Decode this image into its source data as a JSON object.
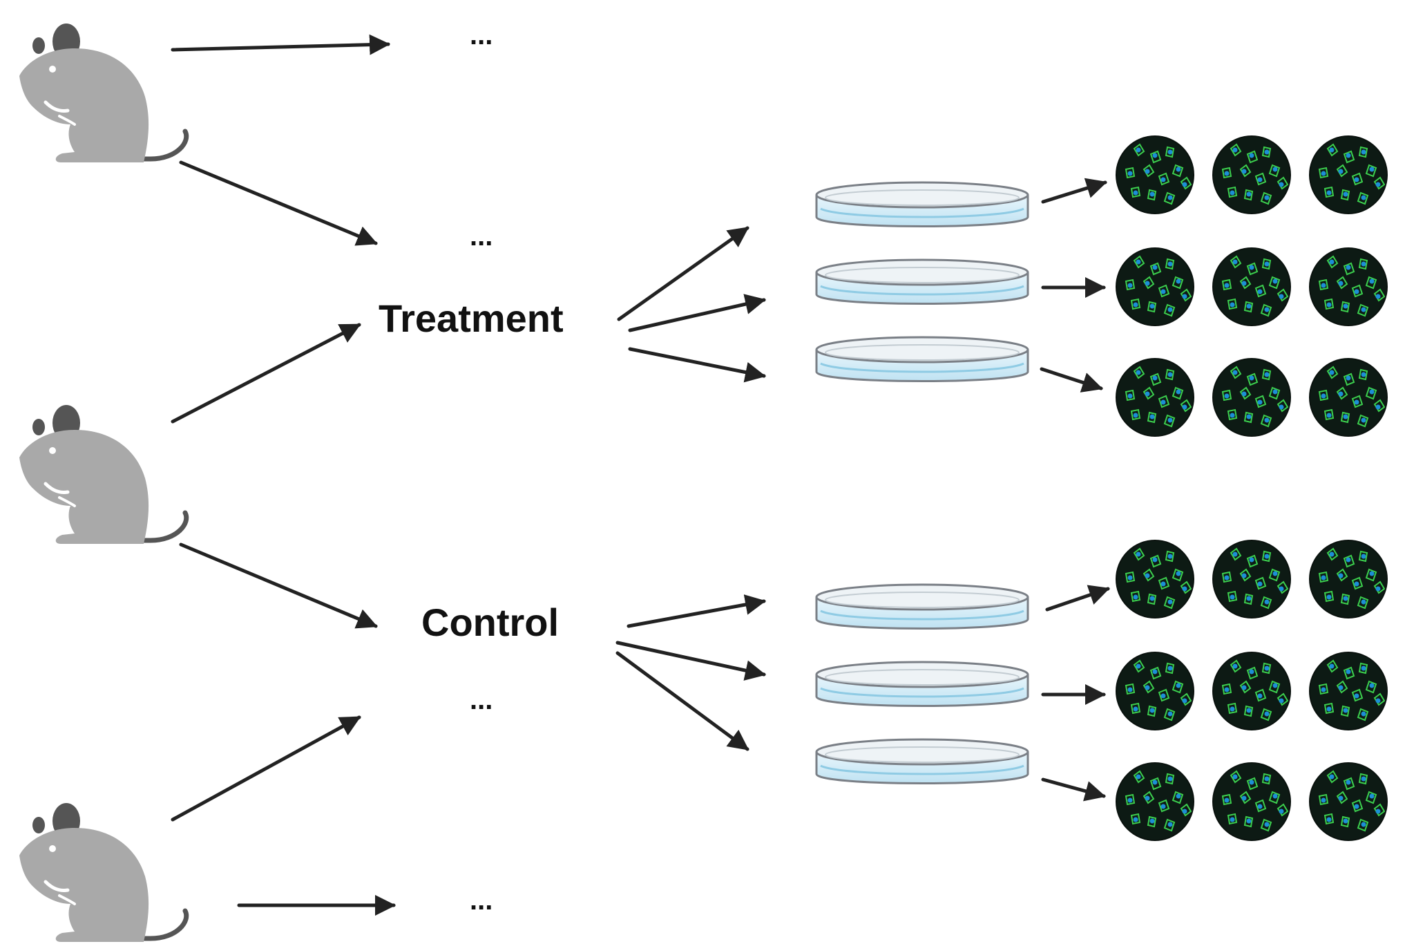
{
  "labels": {
    "treatment": "Treatment",
    "control": "Control",
    "ellipsis": "..."
  },
  "colors": {
    "mouse_body": "#a9a9a9",
    "mouse_ear": "#555555",
    "arrow": "#222222",
    "dish_rim": "#7a7f86",
    "dish_liquid": "#cfe9f5",
    "cell_field": "#0d1a14",
    "cell_outline": "#3ccf4e",
    "cell_nucleus": "#1c8fd6"
  },
  "icons": {
    "mouse": "mouse-icon",
    "petri_dish": "petri-dish-icon",
    "micrograph": "fluorescence-micrograph-icon"
  },
  "groups": {
    "treatment": {
      "dishes": 3,
      "images_per_dish": 3
    },
    "control": {
      "dishes": 3,
      "images_per_dish": 3
    }
  },
  "mice_count": 3
}
